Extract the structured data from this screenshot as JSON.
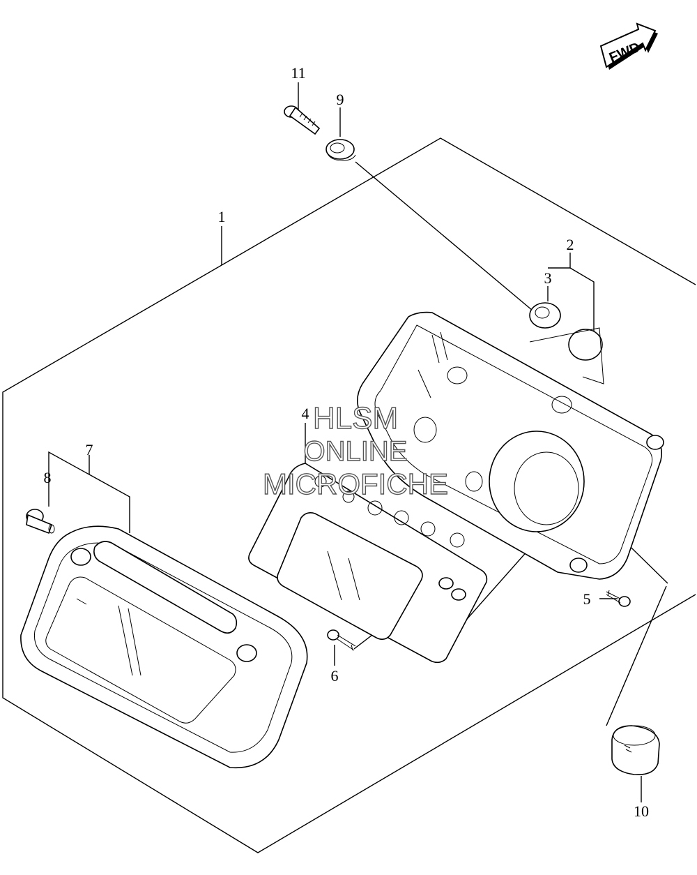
{
  "fwd": {
    "label": "FWD"
  },
  "watermark": {
    "line1": "HLSM",
    "line2": "ONLINE",
    "line3": "MICROFICHE"
  },
  "callouts": [
    {
      "id": "1",
      "text": "1"
    },
    {
      "id": "2",
      "text": "2"
    },
    {
      "id": "3",
      "text": "3"
    },
    {
      "id": "4",
      "text": "4"
    },
    {
      "id": "5",
      "text": "5"
    },
    {
      "id": "6",
      "text": "6"
    },
    {
      "id": "7",
      "text": "7"
    },
    {
      "id": "8",
      "text": "8"
    },
    {
      "id": "9",
      "text": "9"
    },
    {
      "id": "10",
      "text": "10"
    },
    {
      "id": "11",
      "text": "11"
    }
  ]
}
